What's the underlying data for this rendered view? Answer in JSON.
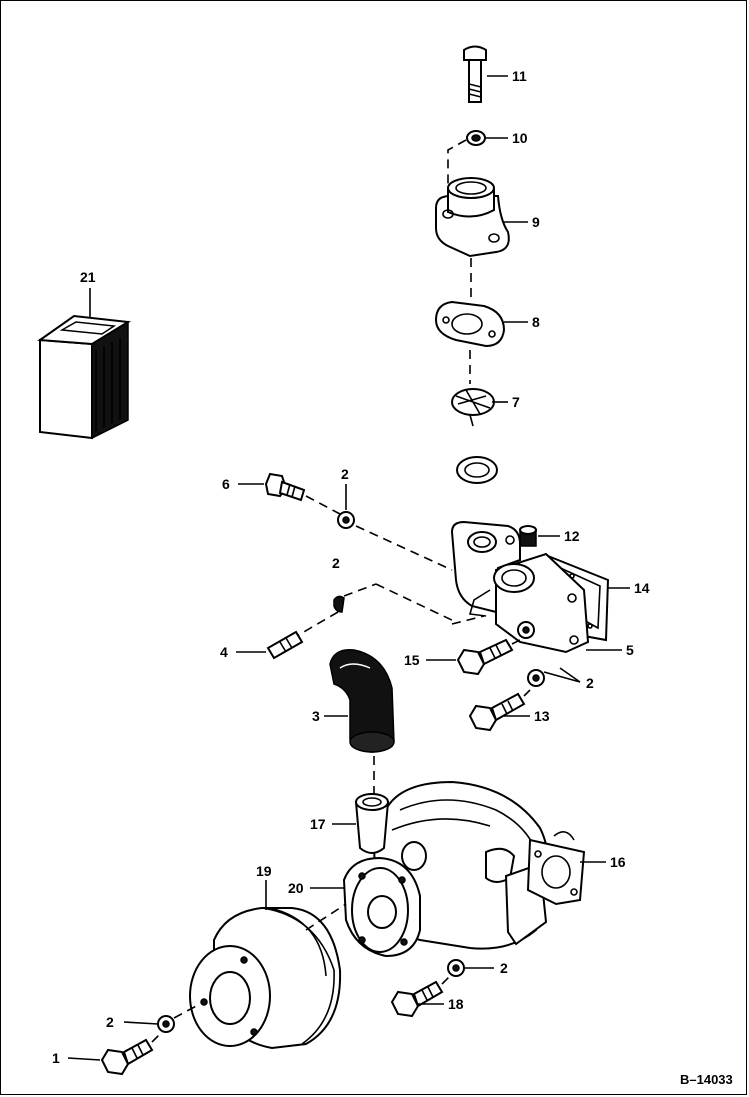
{
  "diagram": {
    "reference_code": "B–14033",
    "callouts": [
      {
        "id": "1",
        "label": "1"
      },
      {
        "id": "2a",
        "label": "2"
      },
      {
        "id": "2b",
        "label": "2"
      },
      {
        "id": "2c",
        "label": "2"
      },
      {
        "id": "2d",
        "label": "2"
      },
      {
        "id": "2e",
        "label": "2"
      },
      {
        "id": "3",
        "label": "3"
      },
      {
        "id": "4",
        "label": "4"
      },
      {
        "id": "5",
        "label": "5"
      },
      {
        "id": "6",
        "label": "6"
      },
      {
        "id": "7",
        "label": "7"
      },
      {
        "id": "8",
        "label": "8"
      },
      {
        "id": "9",
        "label": "9"
      },
      {
        "id": "10",
        "label": "10"
      },
      {
        "id": "11",
        "label": "11"
      },
      {
        "id": "12",
        "label": "12"
      },
      {
        "id": "13",
        "label": "13"
      },
      {
        "id": "14",
        "label": "14"
      },
      {
        "id": "15",
        "label": "15"
      },
      {
        "id": "16",
        "label": "16"
      },
      {
        "id": "17",
        "label": "17"
      },
      {
        "id": "18",
        "label": "18"
      },
      {
        "id": "19",
        "label": "19"
      },
      {
        "id": "20",
        "label": "20"
      },
      {
        "id": "21",
        "label": "21"
      }
    ]
  }
}
